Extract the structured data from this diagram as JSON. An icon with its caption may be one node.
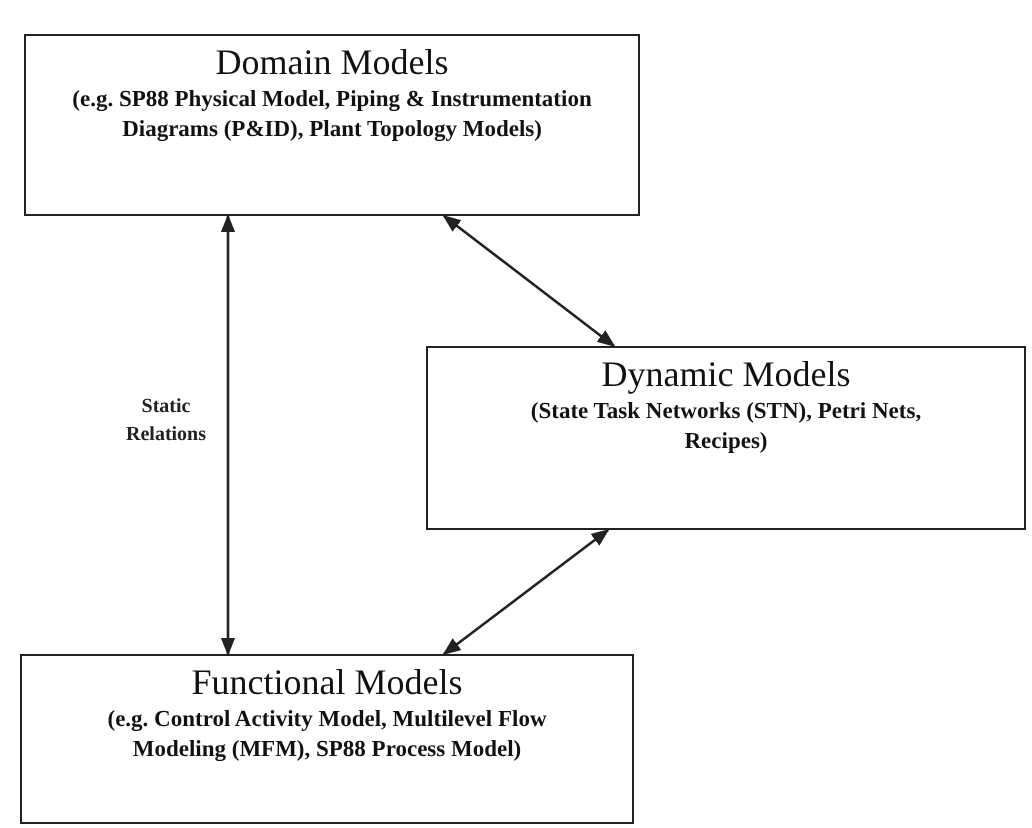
{
  "diagram": {
    "nodes": [
      {
        "text": [
          "Domain Models",
          "(e.g. SP88 Physical Model, Piping & Instrumentation Diagrams (P&ID), Plant Topology Models)"
        ]
      },
      {
        "text": [
          "Dynamic Models",
          "(State Task Networks (STN), Petri Nets, Recipes)"
        ]
      },
      {
        "text": [
          "Functional Models",
          "(e.g. Control Activity Model, Multilevel Flow Modeling (MFM), SP88 Process Model)"
        ]
      }
    ],
    "edges": [
      {
        "from": 0,
        "to": 2,
        "arrow": "both",
        "label": "Static Relations"
      },
      {
        "from": 0,
        "to": 1,
        "arrow": "both"
      },
      {
        "from": 1,
        "to": 2,
        "arrow": "both"
      }
    ]
  }
}
